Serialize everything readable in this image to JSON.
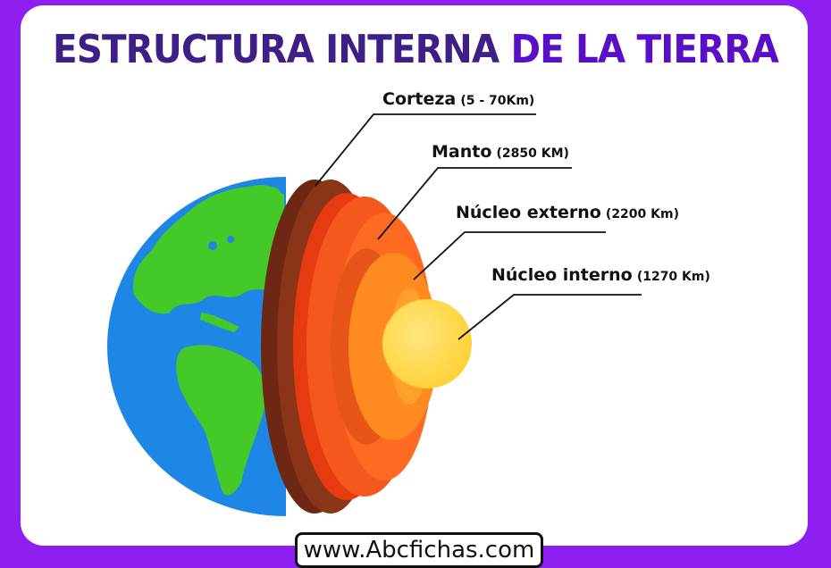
{
  "title": {
    "part1": "ESTRUCTURA INTERNA",
    "part2": "DE LA TIERRA"
  },
  "layers": [
    {
      "name": "Corteza",
      "value": "(5 - 70Km)",
      "color": "#8b3518"
    },
    {
      "name": "Manto",
      "value": "(2850 KM)",
      "color": "#f5581c"
    },
    {
      "name": "Núcleo externo",
      "value": "(2200 Km)",
      "color": "#ff8a1f"
    },
    {
      "name": "Núcleo interno",
      "value": "(1270 Km)",
      "color": "#ffd23a"
    }
  ],
  "colors": {
    "background": "#8f1ff0",
    "ocean": "#1e87e6",
    "land": "#45c928"
  },
  "footer": "www.Abcfichas.com"
}
